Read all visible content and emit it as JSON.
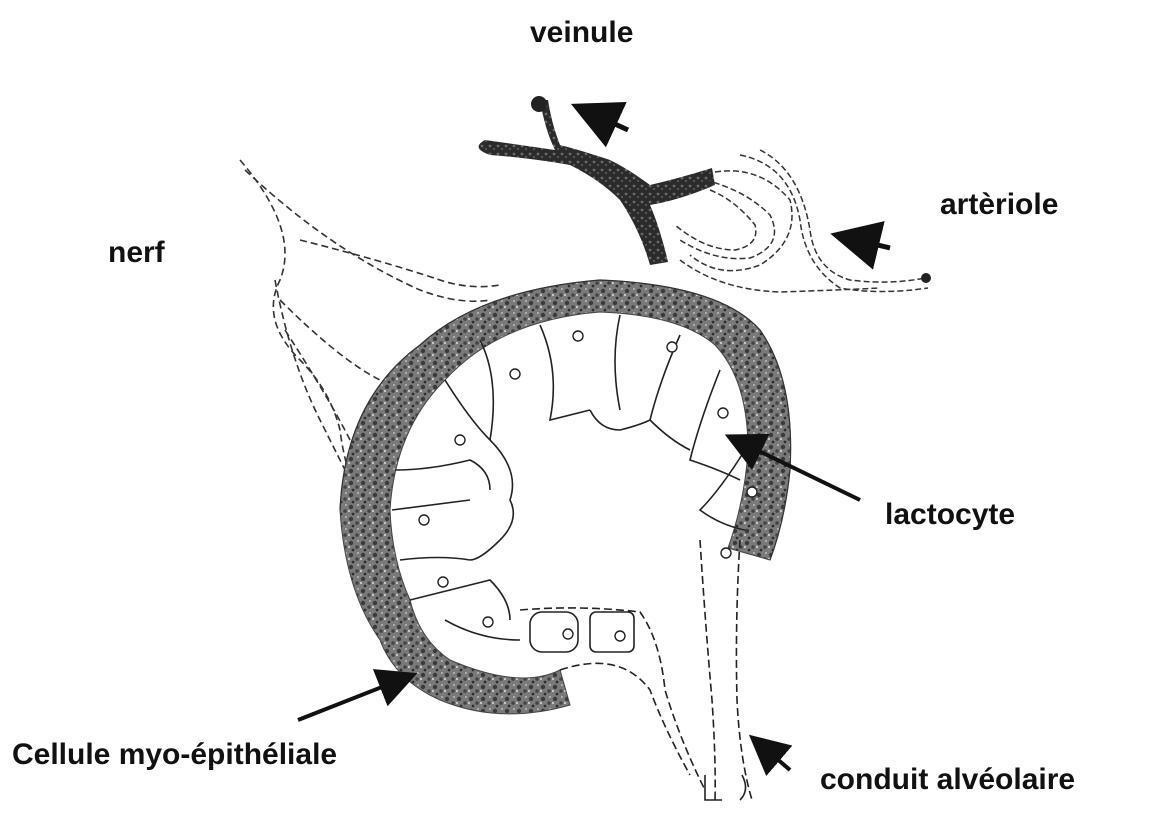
{
  "title": "",
  "labels": {
    "veinule": "veinule",
    "arteriole": "artèriole",
    "nerf": "nerf",
    "lactocyte": "lactocyte",
    "myoepithelial": "Cellule myo-épithéliale",
    "conduit": "conduit alvéolaire"
  },
  "colors": {
    "ink": "#111111",
    "stipple": "#5a5a5a",
    "vessel": "#2b2b2b",
    "background": "#ffffff"
  }
}
